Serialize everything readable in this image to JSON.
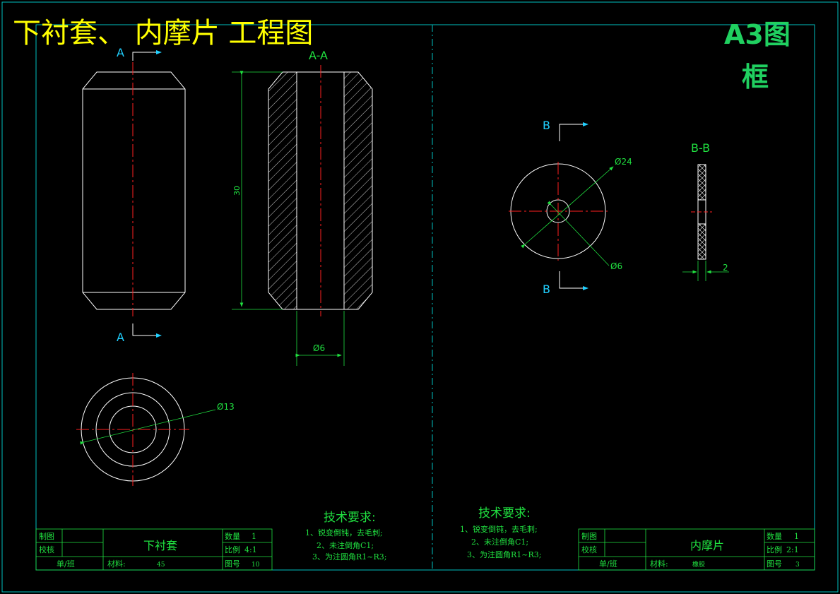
{
  "title": "下衬套、 内摩片 工程图",
  "frame_label_line1": "A3图",
  "frame_label_line2": "框",
  "left_part": {
    "section_mark": "A",
    "section_title": "A-A",
    "dim_length": "30",
    "dim_bore": "Ø6",
    "dim_outer": "Ø13",
    "tech_title": "技术要求:",
    "tech_notes": [
      "1、锐变倒钝，去毛刺;",
      "2、未注倒角C1;",
      "3、为注圆角R1~R3;"
    ],
    "title_block": {
      "drawn_label": "制图",
      "checked_label": "校核",
      "unit_label": "单/班",
      "part_name": "下衬套",
      "material_label": "材料:",
      "material_value": "45",
      "qty_label": "数量",
      "qty_value": "1",
      "scale_label": "比例",
      "scale_value": "4:1",
      "drawing_no_label": "图号",
      "drawing_no_value": "10"
    }
  },
  "right_part": {
    "section_mark": "B",
    "section_title": "B-B",
    "dim_outer": "Ø24",
    "dim_inner": "Ø6",
    "dim_thickness": "2",
    "tech_title": "技术要求:",
    "tech_notes": [
      "1、锐变倒钝，去毛刺;",
      "2、未注倒角C1;",
      "3、为注圆角R1~R3;"
    ],
    "title_block": {
      "drawn_label": "制图",
      "checked_label": "校核",
      "unit_label": "单/班",
      "part_name": "内摩片",
      "material_label": "材料:",
      "material_value": "橡胶",
      "qty_label": "数量",
      "qty_value": "1",
      "scale_label": "比例",
      "scale_value": "2:1",
      "drawing_no_label": "图号",
      "drawing_no_value": "3"
    }
  },
  "colors": {
    "background": "#000000",
    "frame": "#00c0c0",
    "geometry": "#ffffff",
    "centerline": "#ff2020",
    "dimension": "#20e040",
    "section_mark": "#20d0ff",
    "title": "#ffff00",
    "frame_label": "#20d060"
  }
}
